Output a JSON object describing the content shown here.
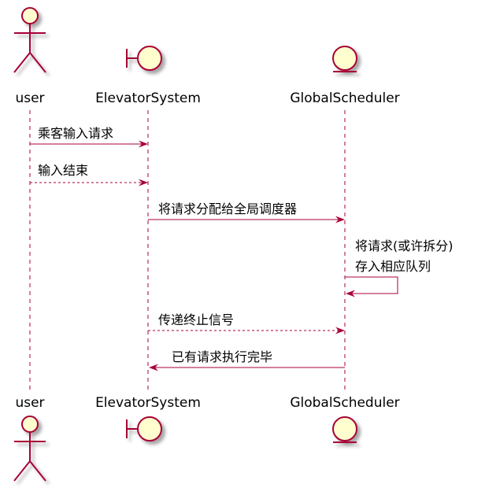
{
  "participants": [
    {
      "id": "user",
      "label": "user",
      "kind": "actor"
    },
    {
      "id": "elevator",
      "label": "ElevatorSystem",
      "kind": "boundary"
    },
    {
      "id": "scheduler",
      "label": "GlobalScheduler",
      "kind": "entity"
    }
  ],
  "messages": [
    {
      "from": "user",
      "to": "elevator",
      "text": "乘客输入请求",
      "style": "solid"
    },
    {
      "from": "user",
      "to": "elevator",
      "text": "输入结束",
      "style": "dashed"
    },
    {
      "from": "elevator",
      "to": "scheduler",
      "text": "将请求分配给全局调度器",
      "style": "solid"
    },
    {
      "from": "scheduler",
      "to": "scheduler",
      "lines": [
        "将请求(或许拆分)",
        "存入相应队列"
      ],
      "style": "solid"
    },
    {
      "from": "elevator",
      "to": "scheduler",
      "text": "传递终止信号",
      "style": "dashed"
    },
    {
      "from": "scheduler",
      "to": "elevator",
      "text": "已有请求执行完毕",
      "style": "solid"
    }
  ],
  "colors": {
    "line": "#A80036",
    "fill": "#FEFECE",
    "text": "#000000"
  }
}
